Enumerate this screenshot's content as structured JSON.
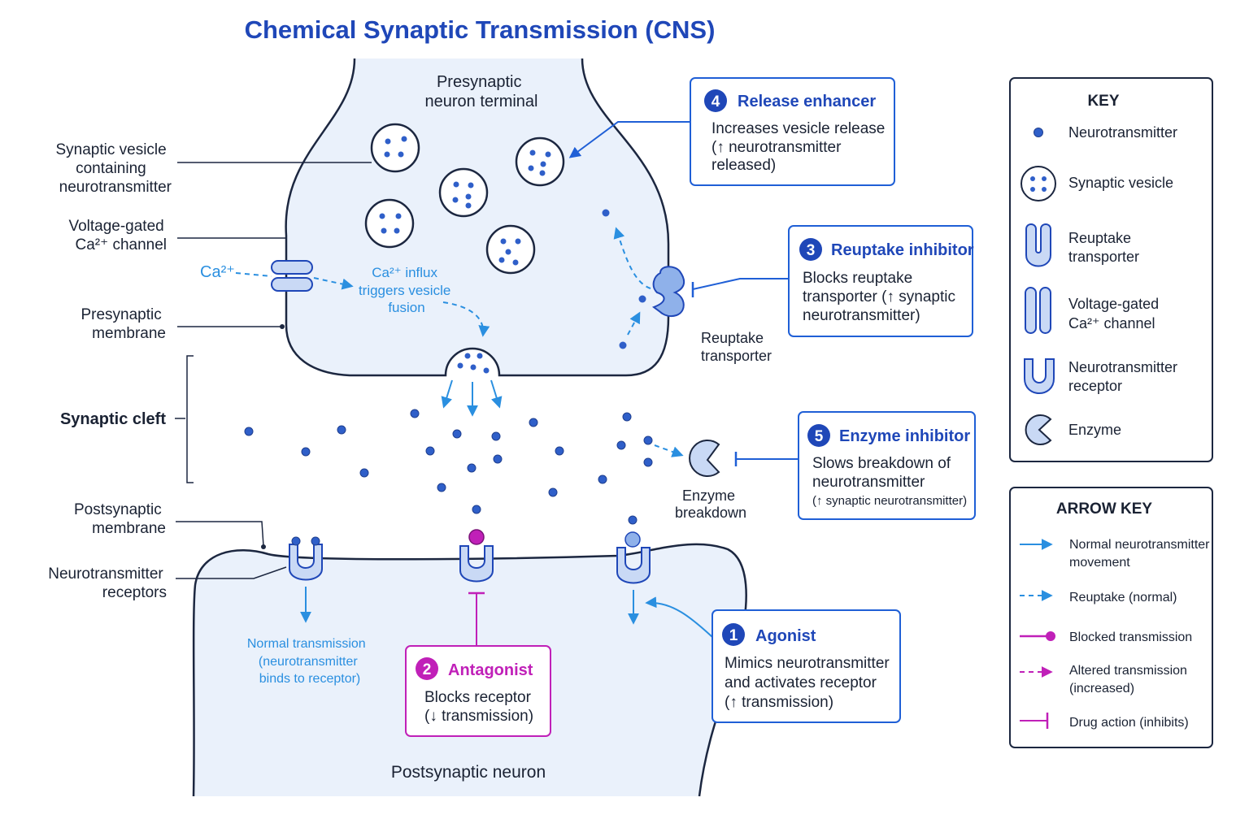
{
  "title": "Chemical Synaptic Transmission (CNS)",
  "colors": {
    "title": "#1f47b8",
    "accent": "#1f5fd6",
    "cell_fill": "#eaf1fb",
    "outline": "#1c2740",
    "light_blue": "#2a8fe0",
    "magenta": "#c020b8",
    "receptor_fill": "#c9d9f5",
    "dot": "#2f5fc9"
  },
  "labels": {
    "presynaptic_terminal": [
      "Presynaptic",
      "neuron terminal"
    ],
    "synaptic_vesicle": [
      "Synaptic vesicle",
      "containing",
      "neurotransmitter"
    ],
    "ca_channel": [
      "Voltage-gated",
      "Ca²⁺ channel"
    ],
    "ca_ion": "Ca²⁺",
    "ca_influx": [
      "Ca²⁺ influx",
      "triggers vesicle",
      "fusion"
    ],
    "presynaptic_membrane": [
      "Presynaptic",
      "membrane"
    ],
    "synaptic_cleft": "Synaptic cleft",
    "postsynaptic_membrane": [
      "Postsynaptic",
      "membrane"
    ],
    "nt_receptors": [
      "Neurotransmitter",
      "receptors"
    ],
    "reuptake_transporter": [
      "Reuptake",
      "transporter"
    ],
    "enzyme_breakdown": [
      "Enzyme",
      "breakdown"
    ],
    "normal_transmission": [
      "Normal transmission",
      "(neurotransmitter",
      "binds to receptor)"
    ],
    "postsynaptic_neuron": "Postsynaptic neuron"
  },
  "drug_boxes": [
    {
      "number": "4",
      "title": "Release enhancer",
      "lines": [
        "Increases vesicle release",
        "(↑ neurotransmitter",
        "released)"
      ]
    },
    {
      "number": "3",
      "title": "Reuptake inhibitor",
      "lines": [
        "Blocks reuptake",
        "transporter (↑ synaptic",
        "neurotransmitter)"
      ]
    },
    {
      "number": "5",
      "title": "Enzyme inhibitor",
      "lines": [
        "Slows breakdown of",
        "neurotransmitter",
        "(↑ synaptic neurotransmitter)"
      ]
    },
    {
      "number": "2",
      "title": "Antagonist",
      "lines": [
        "Blocks receptor",
        "(↓ transmission)"
      ]
    },
    {
      "number": "1",
      "title": "Agonist",
      "lines": [
        "Mimics neurotransmitter",
        "and activates receptor",
        "(↑ transmission)"
      ]
    }
  ],
  "key": {
    "heading": "KEY",
    "items": [
      {
        "icon": "neurotransmitter-dot",
        "label": [
          "Neurotransmitter"
        ]
      },
      {
        "icon": "synaptic-vesicle",
        "label": [
          "Synaptic vesicle"
        ]
      },
      {
        "icon": "reuptake-transporter",
        "label": [
          "Reuptake",
          "transporter"
        ]
      },
      {
        "icon": "ca-channel",
        "label": [
          "Voltage-gated",
          "Ca²⁺ channel"
        ]
      },
      {
        "icon": "receptor",
        "label": [
          "Neurotransmitter",
          "receptor"
        ]
      },
      {
        "icon": "enzyme",
        "label": [
          "Enzyme"
        ]
      }
    ]
  },
  "arrow_key": {
    "heading": "ARROW KEY",
    "items": [
      {
        "icon": "solid-arrow",
        "label": [
          "Normal neurotransmitter",
          "movement"
        ]
      },
      {
        "icon": "dashed-arrow",
        "label": [
          "Reuptake (normal)"
        ]
      },
      {
        "icon": "blocked-dot",
        "label": [
          "Blocked transmission"
        ]
      },
      {
        "icon": "dashed-magenta-arrow",
        "label": [
          "Altered transmission",
          "(increased)"
        ]
      },
      {
        "icon": "inhibit-bar",
        "label": [
          "Drug action (inhibits)"
        ]
      }
    ]
  }
}
